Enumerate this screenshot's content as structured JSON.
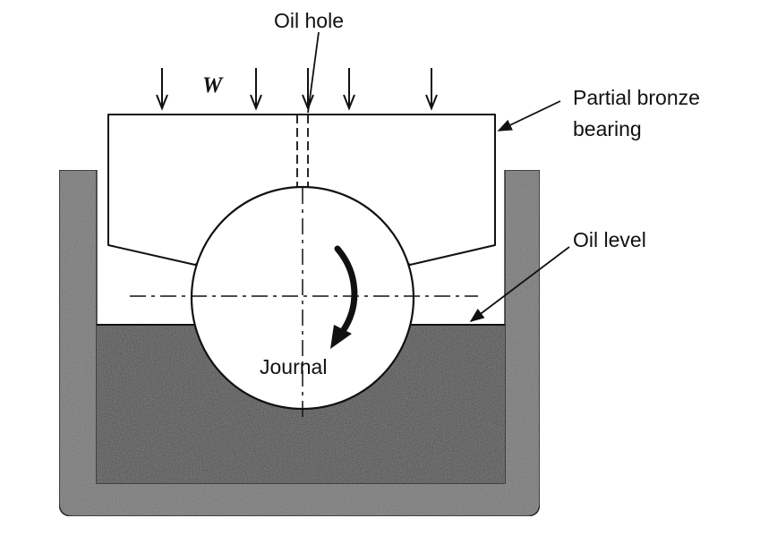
{
  "diagram": {
    "labels": {
      "oil_hole": "Oil hole",
      "load": "W",
      "bearing_line1": "Partial bronze",
      "bearing_line2": "bearing",
      "oil_level": "Oil level",
      "journal": "Journal"
    },
    "colors": {
      "ink": "#111111",
      "oil": "#1c1c1c",
      "housing": "#9a9a9a",
      "background": "#ffffff"
    }
  }
}
